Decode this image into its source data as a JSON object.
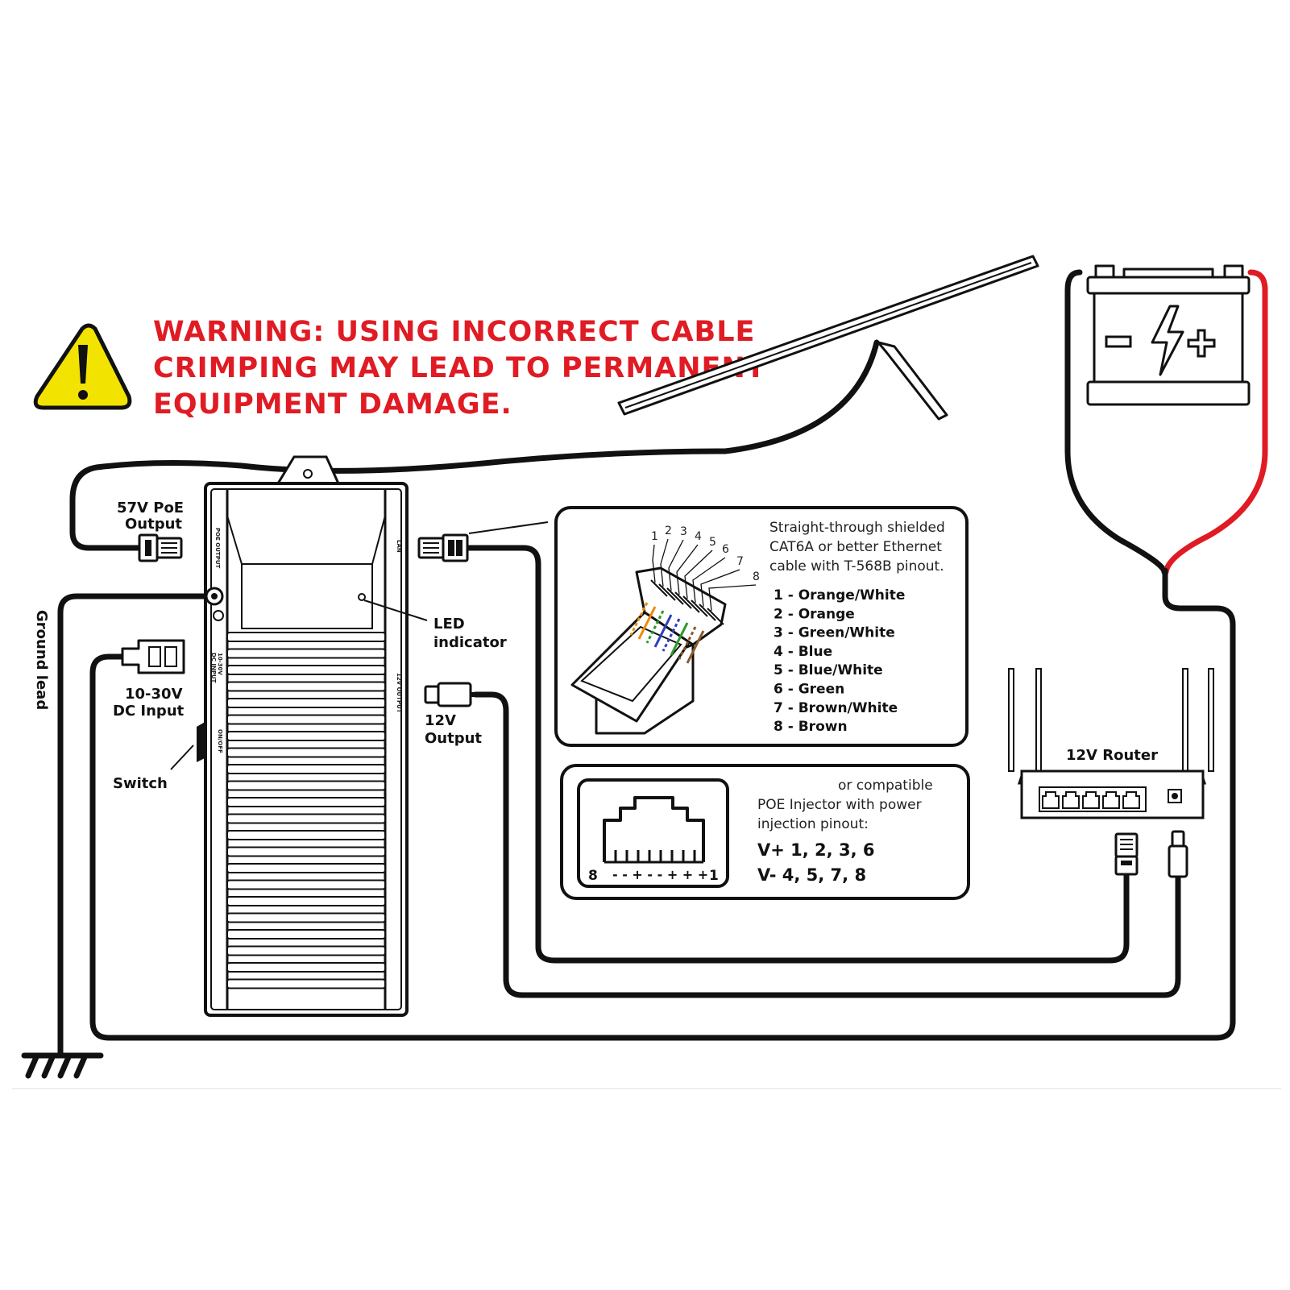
{
  "warning": {
    "line1": "WARNING: USING INCORRECT CABLE",
    "line2": "CRIMPING MAY LEAD TO PERMANENT",
    "line3": "EQUIPMENT DAMAGE.",
    "icon": "warning-triangle-icon",
    "color": "#e01b24",
    "triangle_color": "#f2e300"
  },
  "labels": {
    "poe_output": [
      "57V PoE",
      "Output"
    ],
    "ground_lead": "Ground lead",
    "dc_input": [
      "10-30V",
      "DC Input"
    ],
    "switch": "Switch",
    "led": [
      "LED",
      "indicator"
    ],
    "output_12v": [
      "12V",
      "Output"
    ],
    "router": "12V Router"
  },
  "device": {
    "poe_output": "POE OUTPUT",
    "lan": "LAN",
    "dc_input": [
      "10-30V",
      "DC INPUT"
    ],
    "output_12v": "12V OUTPUT",
    "on_off": "ON/OFF"
  },
  "cable_box": {
    "description": [
      "Straight-through shielded",
      "CAT6A or better Ethernet",
      "cable with T-568B pinout."
    ],
    "pin_numbers": [
      "1",
      "2",
      "3",
      "4",
      "5",
      "6",
      "7",
      "8"
    ],
    "pinout": [
      "1 - Orange/White",
      "2 - Orange",
      "3 - Green/White",
      "4 - Blue",
      "5 - Blue/White",
      "6 - Green",
      "7 - Brown/White",
      "8 - Brown"
    ],
    "wire_colors": [
      "#f08a00",
      "#f08a00",
      "#2a9a2a",
      "#2a3fbf",
      "#2a3fbf",
      "#2a9a2a",
      "#8a5a2a",
      "#8a5a2a"
    ]
  },
  "poe_box": {
    "line1": "or compatible",
    "line2": "POE Injector with power",
    "line3": "injection pinout:",
    "vplus": "V+ 1, 2, 3, 6",
    "vminus": "V- 4, 5, 7, 8",
    "port_left": "8",
    "port_right": "1",
    "port_polarity": "- - + - - + + +"
  },
  "battery": {
    "minus": "−",
    "plus": "+",
    "icon": "battery-icon",
    "red_wire_color": "#e01b24"
  }
}
